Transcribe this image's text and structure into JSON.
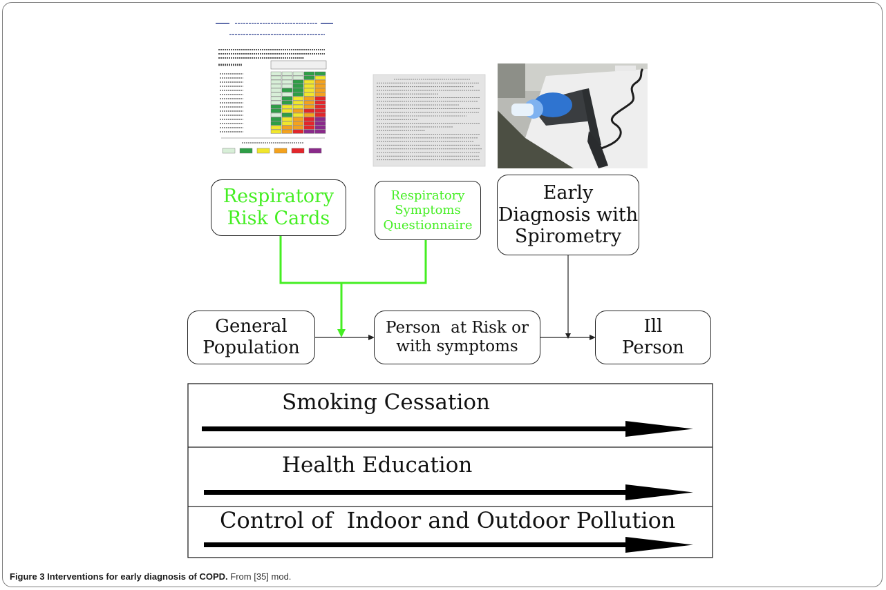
{
  "nodes": {
    "risk_cards": [
      "Respiratory",
      "Risk Cards"
    ],
    "questionnaire": [
      "Respiratory",
      "Symptoms",
      "Questionnaire"
    ],
    "spirometry": [
      "Early",
      "Diagnosis with",
      "Spirometry"
    ],
    "general_population": [
      "General",
      "Population"
    ],
    "person_at_risk": [
      "Person  at Risk or",
      "with symptoms"
    ],
    "ill_person": [
      "Ill",
      "Person"
    ]
  },
  "interventions": {
    "smoking": "Smoking Cessation",
    "education": "Health Education",
    "pollution": "Control of  Indoor and Outdoor Pollution"
  },
  "caption": {
    "label": "Figure 3 Interventions for early diagnosis of COPD.",
    "text": " From [35] mod."
  },
  "colors": {
    "highlight": "#44ee22",
    "risk_scale": [
      "#d8efd8",
      "#2e9e46",
      "#f1e62c",
      "#f4a21d",
      "#e3262b",
      "#8a2a8a"
    ]
  },
  "images": {
    "risk_card_thumbnail": "thumbnail of a respiratory risk card chart",
    "questionnaire_thumbnail": "thumbnail of a printed questionnaire page",
    "spirometer_photo": "photo of a handheld spirometer"
  }
}
